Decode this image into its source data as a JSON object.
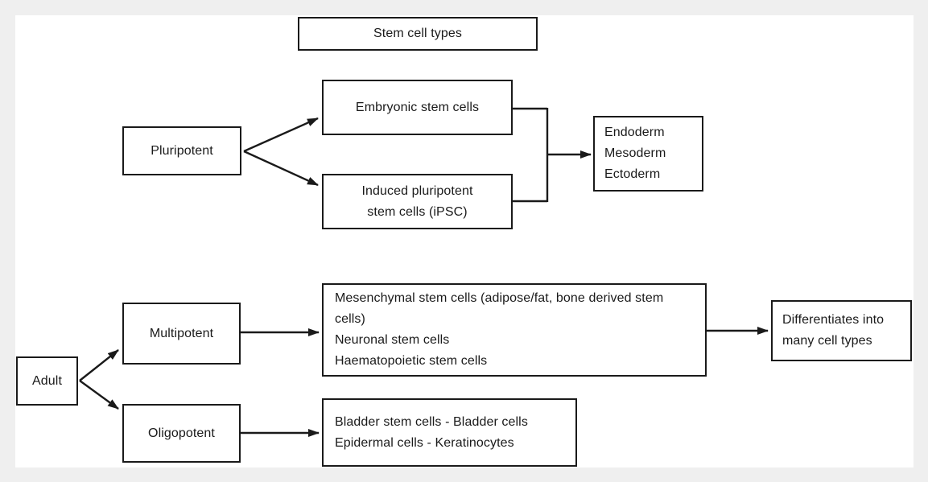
{
  "diagram": {
    "title": "Stem cell types",
    "nodes": {
      "pluripotent": {
        "label": "Pluripotent"
      },
      "embryonic": {
        "label": "Embryonic stem cells"
      },
      "ipsc": {
        "lines": [
          "Induced pluripotent",
          "stem cells (iPSC)"
        ]
      },
      "germ_layers": {
        "lines": [
          "Endoderm",
          "Mesoderm",
          "Ectoderm"
        ]
      },
      "adult": {
        "label": "Adult"
      },
      "multipotent": {
        "label": "Multipotent"
      },
      "oligopotent": {
        "label": "Oligopotent"
      },
      "multipotent_examples": {
        "lines": [
          "Mesenchymal stem cells (adipose/fat, bone derived stem cells)",
          "Neuronal stem cells",
          "Haematopoietic stem cells"
        ]
      },
      "differentiates": {
        "lines": [
          "Differentiates into",
          "many cell types"
        ]
      },
      "oligopotent_examples": {
        "lines": [
          "Bladder stem cells - Bladder cells",
          "Epidermal cells - Keratinocytes"
        ]
      }
    },
    "colors": {
      "background": "#efefef",
      "canvas": "#ffffff",
      "line": "#1a1a1a",
      "text": "#1a1a1a"
    }
  }
}
